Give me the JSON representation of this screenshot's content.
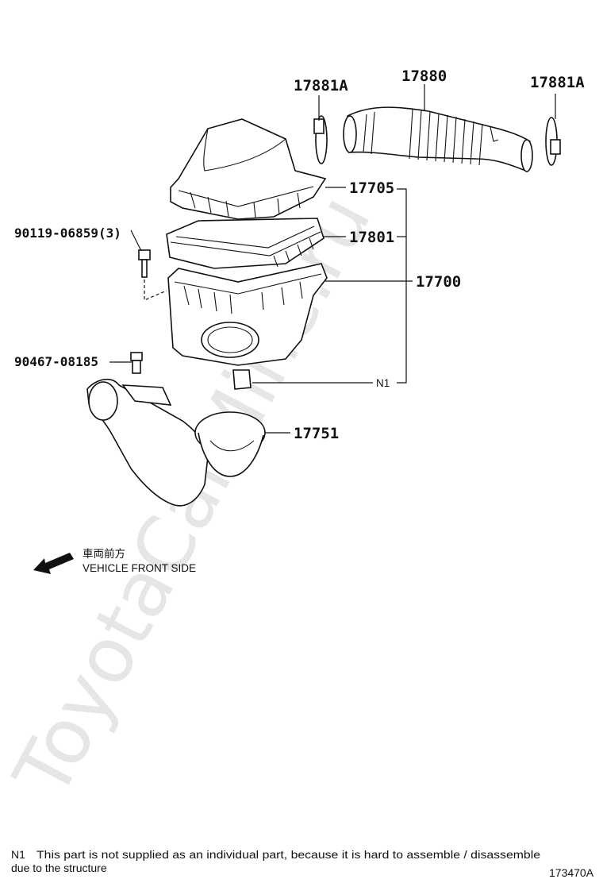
{
  "watermark": "ToyotaCarMine.ru",
  "parts": {
    "clamp_left": "17881A",
    "hose": "17880",
    "clamp_right": "17881A",
    "cap": "17705",
    "filter": "17801",
    "case": "17700",
    "bolt": "90119-06859(3)",
    "grommet": "90467-08185",
    "duct": "17751",
    "n1_label": "N1"
  },
  "direction": {
    "japanese": "車両前方",
    "english": "VEHICLE FRONT SIDE"
  },
  "footnote": {
    "mark": "N1",
    "line1": "This part is not supplied as an individual part, because it is hard to assemble / disassemble",
    "line2": "due to the structure"
  },
  "diagram_code": "173470A"
}
